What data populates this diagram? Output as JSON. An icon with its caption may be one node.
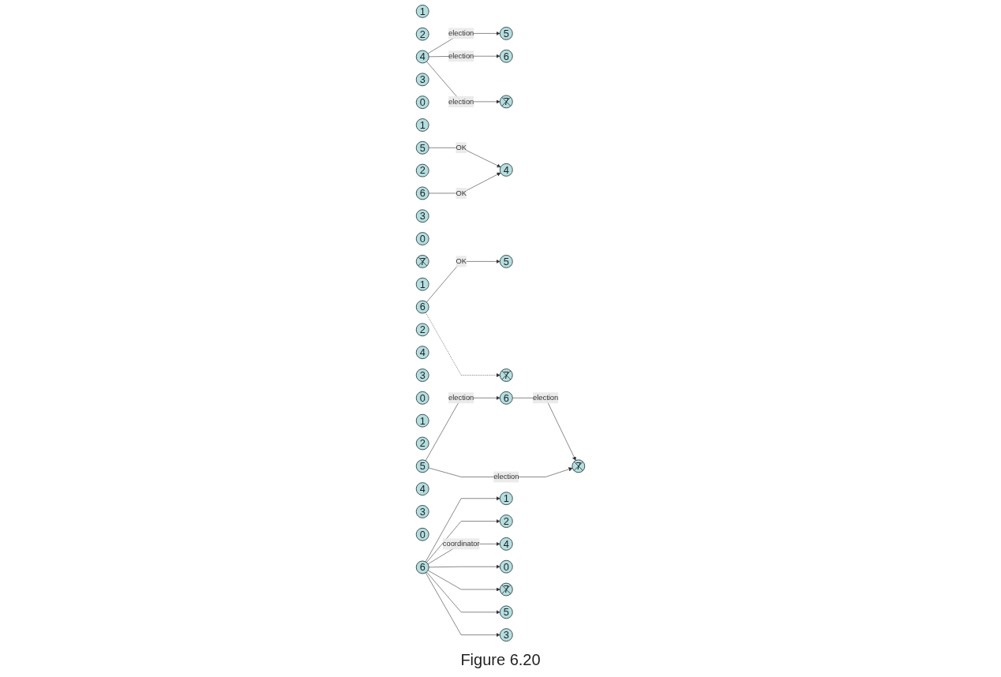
{
  "diagram": {
    "caption": "Figure 6.20",
    "nodes": [
      {
        "text": [
          "1"
        ]
      },
      {
        "text": [
          "5"
        ]
      },
      {
        "text": [
          "2"
        ]
      },
      {
        "text": [
          "6"
        ]
      },
      {
        "text": [
          "4"
        ]
      },
      {
        "text": [
          "3"
        ]
      },
      {
        "text": [
          "0"
        ]
      },
      {
        "text": [
          "7"
        ]
      },
      {
        "text": [
          "1"
        ]
      },
      {
        "text": [
          "5"
        ]
      },
      {
        "text": [
          "2"
        ]
      },
      {
        "text": [
          "6"
        ]
      },
      {
        "text": [
          "4"
        ]
      },
      {
        "text": [
          "3"
        ]
      },
      {
        "text": [
          "0"
        ]
      },
      {
        "text": [
          "7"
        ]
      },
      {
        "text": [
          "1"
        ]
      },
      {
        "text": [
          "5"
        ]
      },
      {
        "text": [
          "2"
        ]
      },
      {
        "text": [
          "6"
        ]
      },
      {
        "text": [
          "4"
        ]
      },
      {
        "text": [
          "3"
        ]
      },
      {
        "text": [
          "0"
        ]
      },
      {
        "text": [
          "7"
        ]
      },
      {
        "text": [
          "1"
        ]
      },
      {
        "text": [
          "5"
        ]
      },
      {
        "text": [
          "2"
        ]
      },
      {
        "text": [
          "6"
        ]
      },
      {
        "text": [
          "4"
        ]
      },
      {
        "text": [
          "3"
        ]
      },
      {
        "text": [
          "0"
        ]
      },
      {
        "text": [
          "7"
        ]
      },
      {
        "text": [
          "1"
        ]
      },
      {
        "text": [
          "5"
        ]
      },
      {
        "text": [
          "2"
        ]
      },
      {
        "text": [
          "6"
        ]
      },
      {
        "text": [
          "4"
        ]
      },
      {
        "text": [
          "3"
        ]
      },
      {
        "text": [
          "0"
        ]
      },
      {
        "text": [
          "7"
        ]
      }
    ],
    "edges": [
      {
        "from": 4,
        "to": 1,
        "arrow": "to",
        "label": "election"
      },
      {
        "from": 4,
        "to": 3,
        "arrow": "to",
        "label": "election"
      },
      {
        "from": 4,
        "to": 7,
        "arrow": "to",
        "label": "election"
      },
      {
        "from": 9,
        "to": 12,
        "arrow": "to",
        "label": "OK"
      },
      {
        "from": 11,
        "to": 12,
        "arrow": "to",
        "label": "OK"
      },
      {
        "from": 17,
        "to": 19,
        "arrow": "to",
        "label": "election"
      },
      {
        "from": 17,
        "to": 23,
        "arrow": "to",
        "label": "election"
      },
      {
        "from": 19,
        "to": 23,
        "arrow": "to",
        "label": "election"
      },
      {
        "from": 27,
        "to": 25,
        "arrow": "to",
        "label": "OK"
      },
      {
        "from": 27,
        "to": 31,
        "arrow": "to",
        "style": "dashed"
      },
      {
        "from": 35,
        "to": 32,
        "arrow": "to"
      },
      {
        "from": 35,
        "to": 34,
        "arrow": "to"
      },
      {
        "from": 35,
        "to": 36,
        "arrow": "to",
        "label": "coordinator"
      },
      {
        "from": 35,
        "to": 38,
        "arrow": "to"
      },
      {
        "from": 35,
        "to": 39,
        "arrow": "to"
      },
      {
        "from": 35,
        "to": 33,
        "arrow": "to"
      },
      {
        "from": 35,
        "to": 37,
        "arrow": "to"
      }
    ]
  }
}
